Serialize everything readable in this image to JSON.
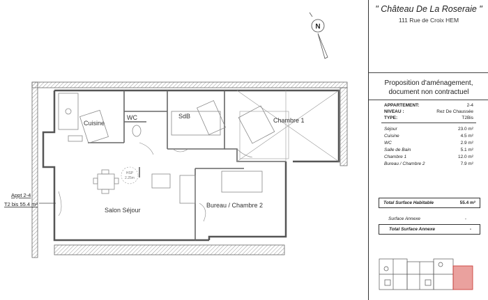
{
  "header": {
    "title": "\" Château De La Roseraie \"",
    "address": "111 Rue de Croix HEM"
  },
  "compass": {
    "label": "N"
  },
  "proposal": {
    "line1": "Proposition d'aménagement,",
    "line2": "document non contractuel"
  },
  "apartment": {
    "number_label": "APPARTEMENT:",
    "number_value": "2-4",
    "level_label": "NIVEAU :",
    "level_value": "Rez De Chaussée",
    "type_label": "TYPE:",
    "type_value": "T2Bis"
  },
  "rooms_table": [
    {
      "name": "Séjour",
      "area": "23.0 m²"
    },
    {
      "name": "Cuisine",
      "area": "4.5 m²"
    },
    {
      "name": "WC",
      "area": "2.9 m²"
    },
    {
      "name": "Salle de Bain",
      "area": "5.1 m²"
    },
    {
      "name": "Chambre 1",
      "area": "12.0 m²"
    },
    {
      "name": "Bureau / Chambre 2",
      "area": "7.9 m²"
    }
  ],
  "totals": {
    "habitable_label": "Total Surface Habitable",
    "habitable_value": "55.4 m²",
    "annexe_label": "Surface Annexe",
    "annexe_value": "-",
    "total_annexe_label": "Total Surface Annexe",
    "total_annexe_value": "-"
  },
  "plan_labels": {
    "cuisine": "Cuisine",
    "wc": "WC",
    "sdb": "SdB",
    "chambre1": "Chambre 1",
    "salon": "Salon Séjour",
    "bureau": "Bureau / Chambre 2",
    "hsp": "HSP",
    "hsp_value": "2.25m",
    "appt_line1": "Appt 2-4",
    "appt_line2": "T2 bis  55.4 m²"
  },
  "colors": {
    "wall": "#555555",
    "line": "#777777",
    "accent": "#d9534f"
  }
}
